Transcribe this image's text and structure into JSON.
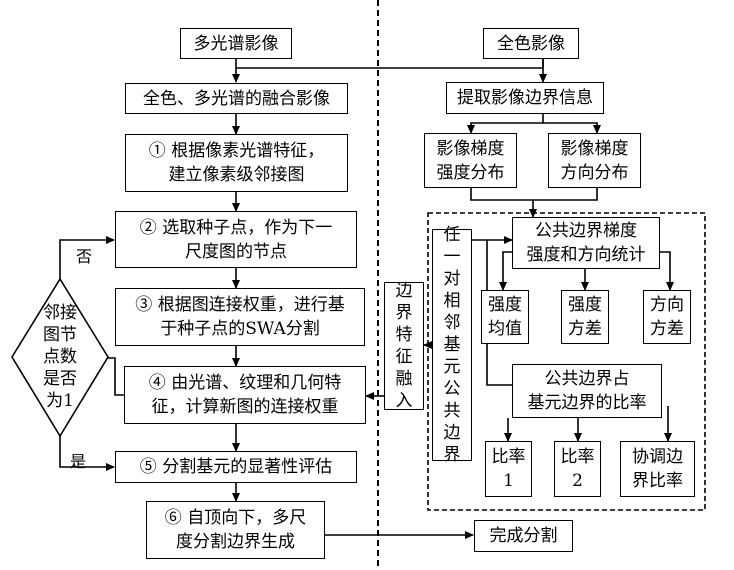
{
  "left_column": {
    "multispectral": "多光谱影像",
    "fused": "全色、多光谱的融合影像",
    "step1": [
      "① 根据像素光谱特征，",
      "建立像素级邻接图"
    ],
    "step2": [
      "② 选取种子点，作为下一",
      "尺度图的节点"
    ],
    "step3": [
      "③ 根据图连接权重，进行基",
      "于种子点的SWA分割"
    ],
    "step4": [
      "④ 由光谱、纹理和几何特",
      "征，计算新图的连接权重"
    ],
    "step5": "⑤ 分割基元的显著性评估",
    "step6": [
      "⑥ 自顶向下，多尺",
      "度分割边界生成"
    ]
  },
  "decision": {
    "text": [
      "邻接",
      "图节",
      "点数",
      "是否",
      "为1"
    ],
    "no": "否",
    "yes": "是"
  },
  "right_column": {
    "panchromatic": "全色影像",
    "edge_info": "提取影像边界信息",
    "grad_strength": [
      "影像梯度",
      "强度分布"
    ],
    "grad_direction": [
      "影像梯度",
      "方向分布"
    ],
    "common_grad": [
      "公共边界梯度",
      "强度和方向统计"
    ],
    "strength_mean": [
      "强度",
      "均值"
    ],
    "strength_var": [
      "强度",
      "方差"
    ],
    "direction_var": [
      "方向",
      "方差"
    ],
    "ratio_box": [
      "公共边界占",
      "基元边界的比率"
    ],
    "ratio1": [
      "比率",
      "1"
    ],
    "ratio2": [
      "比率",
      "2"
    ],
    "coord_ratio": [
      "协调边",
      "界比率"
    ],
    "any_pair": [
      "任",
      "一",
      "对",
      "相",
      "邻",
      "基",
      "元",
      "公",
      "共",
      "边",
      "界"
    ],
    "boundary_fusion": [
      "边",
      "界",
      "特",
      "征",
      "融",
      "入"
    ],
    "done": "完成分割"
  }
}
